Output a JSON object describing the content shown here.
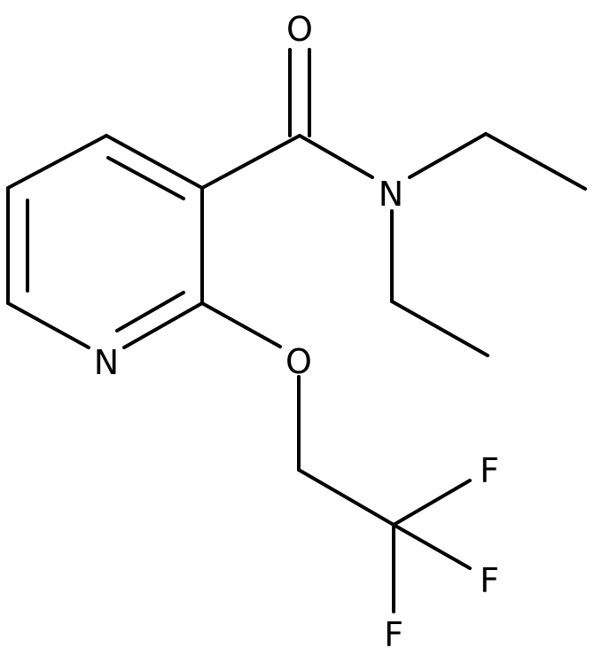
{
  "molecule": {
    "atoms": {
      "O_carbonyl": "O",
      "N_amide": "N",
      "N_ring": "N",
      "O_ether": "O",
      "F1": "F",
      "F2": "F",
      "F3": "F"
    },
    "colors": {
      "bond": "#000000",
      "label": "#000000",
      "background": "#ffffff"
    }
  }
}
